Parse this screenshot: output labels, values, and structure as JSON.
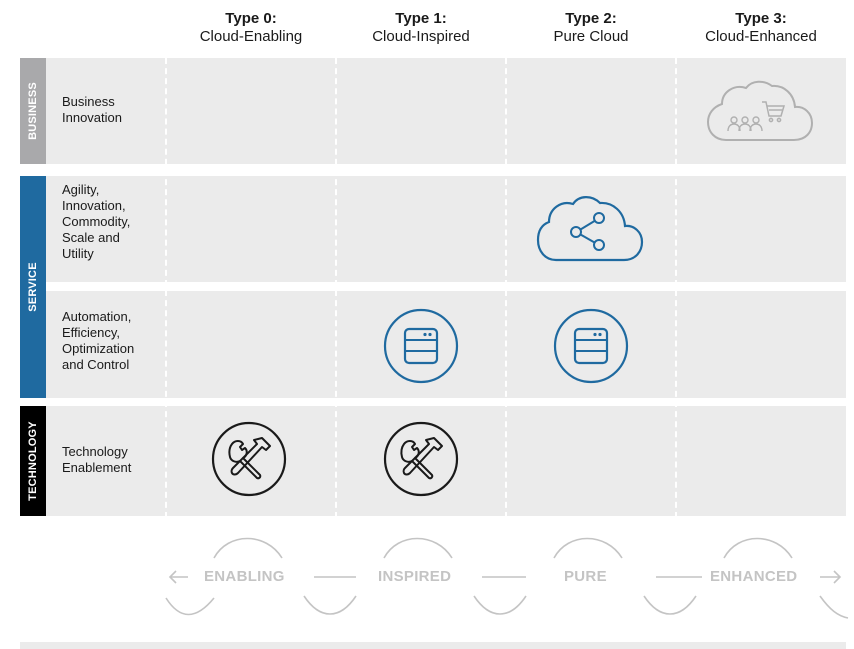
{
  "columns": [
    {
      "type": "Type 0:",
      "name": "Cloud-Enabling"
    },
    {
      "type": "Type 1:",
      "name": "Cloud-Inspired"
    },
    {
      "type": "Type 2:",
      "name": "Pure Cloud"
    },
    {
      "type": "Type 3:",
      "name": "Cloud-Enhanced"
    }
  ],
  "sections": {
    "business": {
      "label": "BUSINESS",
      "color": "#a9a9ab"
    },
    "service": {
      "label": "SERVICE",
      "color": "#1f6aa0"
    },
    "technology": {
      "label": "TECHNOLOGY",
      "color": "#000000"
    }
  },
  "rows": [
    {
      "label": "Business Innovation"
    },
    {
      "label": "Agility, Innovation, Commodity, Scale and Utility"
    },
    {
      "label": "Automation, Efficiency, Optimization and Control"
    },
    {
      "label": "Technology Enablement"
    }
  ],
  "row_label_lines": [
    [
      "Business",
      "Innovation"
    ],
    [
      "Agility,",
      "Innovation,",
      "Commodity,",
      "Scale and",
      "Utility"
    ],
    [
      "Automation,",
      "Efficiency,",
      "Optimization",
      "and Control"
    ],
    [
      "Technology",
      "Enablement"
    ]
  ],
  "icons": {
    "cloud_cart": "cloud-shopping-cart-people-icon",
    "cloud_share": "cloud-share-icon",
    "server": "server-icon",
    "tools": "hammer-wrench-icon"
  },
  "flow": {
    "labels": [
      "ENABLING",
      "INSPIRED",
      "PURE",
      "ENHANCED"
    ],
    "color": "#c4c4c4"
  },
  "colors": {
    "row_bg": "#ebebeb",
    "blue": "#1f6aa0",
    "grey_icon": "#b0b0b0",
    "black": "#1a1a1a"
  }
}
